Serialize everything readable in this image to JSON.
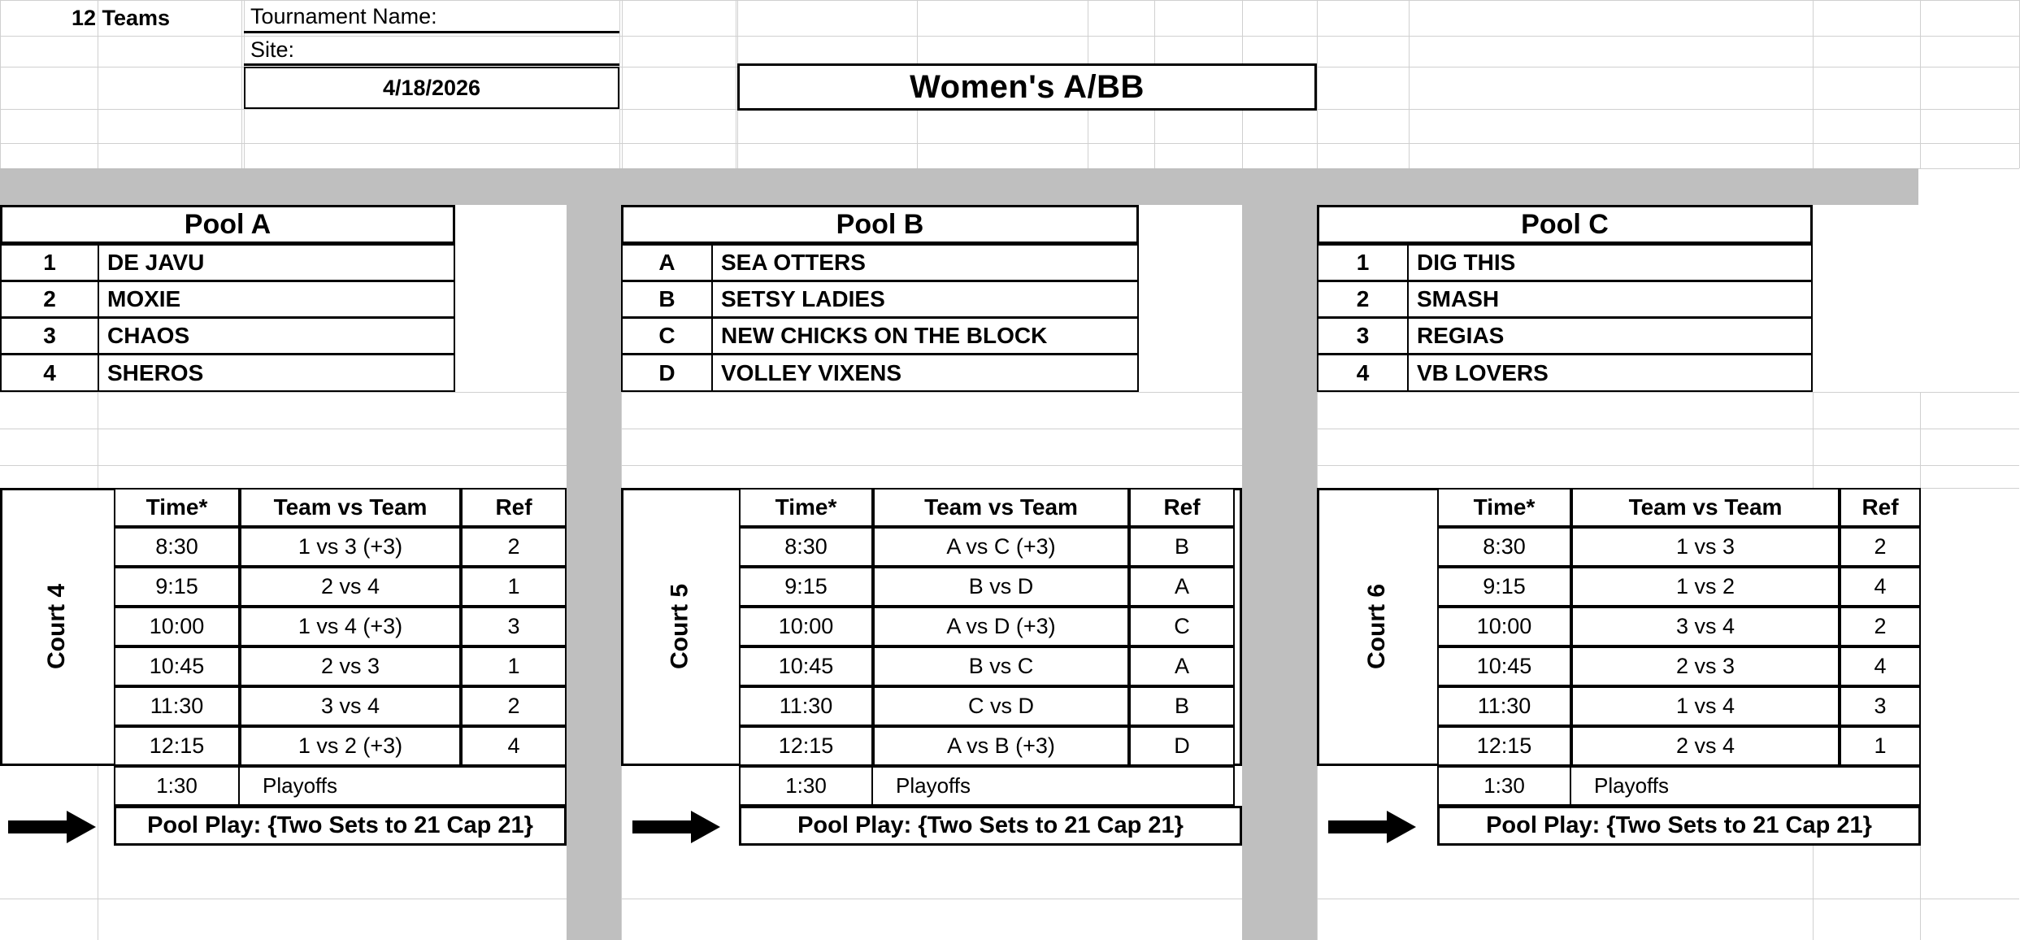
{
  "header": {
    "teams_count_label": "12 Teams",
    "tournament_name_label": "Tournament Name:",
    "site_label": "Site:",
    "date": "4/18/2026",
    "division_title": "Women's  A/BB"
  },
  "pools": [
    {
      "name": "Pool A",
      "teams": [
        {
          "seed": "1",
          "name": "DE JAVU"
        },
        {
          "seed": "2",
          "name": "MOXIE"
        },
        {
          "seed": "3",
          "name": "CHAOS"
        },
        {
          "seed": "4",
          "name": "SHEROS"
        }
      ]
    },
    {
      "name": "Pool B",
      "teams": [
        {
          "seed": "A",
          "name": "SEA OTTERS"
        },
        {
          "seed": "B",
          "name": "SETSY LADIES"
        },
        {
          "seed": "C",
          "name": "NEW CHICKS ON THE BLOCK"
        },
        {
          "seed": "D",
          "name": "VOLLEY VIXENS"
        }
      ]
    },
    {
      "name": "Pool C",
      "teams": [
        {
          "seed": "1",
          "name": "DIG THIS"
        },
        {
          "seed": "2",
          "name": "SMASH"
        },
        {
          "seed": "3",
          "name": "REGIAS"
        },
        {
          "seed": "4",
          "name": "VB LOVERS"
        }
      ]
    }
  ],
  "schedule_headers": {
    "time": "Time*",
    "match": "Team vs Team",
    "ref": "Ref"
  },
  "courts": [
    {
      "label": "Court 4",
      "matches": [
        {
          "time": "8:30",
          "match": "1 vs 3   (+3)",
          "ref": "2"
        },
        {
          "time": "9:15",
          "match": "2 vs 4",
          "ref": "1"
        },
        {
          "time": "10:00",
          "match": "1 vs 4  (+3)",
          "ref": "3"
        },
        {
          "time": "10:45",
          "match": "2 vs 3",
          "ref": "1"
        },
        {
          "time": "11:30",
          "match": "3 vs 4",
          "ref": "2"
        },
        {
          "time": "12:15",
          "match": "1 vs 2  (+3)",
          "ref": "4"
        }
      ],
      "playoff_time": "1:30",
      "playoff_label": "Playoffs",
      "pool_play_banner": "Pool Play: {Two Sets to 21 Cap 21}"
    },
    {
      "label": "Court 5",
      "matches": [
        {
          "time": "8:30",
          "match": "A vs C  (+3)",
          "ref": "B"
        },
        {
          "time": "9:15",
          "match": "B vs D",
          "ref": "A"
        },
        {
          "time": "10:00",
          "match": "A vs D  (+3)",
          "ref": "C"
        },
        {
          "time": "10:45",
          "match": "B vs C",
          "ref": "A"
        },
        {
          "time": "11:30",
          "match": "C vs D",
          "ref": "B"
        },
        {
          "time": "12:15",
          "match": "A vs B  (+3)",
          "ref": "D"
        }
      ],
      "playoff_time": "1:30",
      "playoff_label": "Playoffs",
      "pool_play_banner": "Pool Play: {Two Sets to 21 Cap 21}"
    },
    {
      "label": "Court 6",
      "matches": [
        {
          "time": "8:30",
          "match": "1 vs 3",
          "ref": "2"
        },
        {
          "time": "9:15",
          "match": "1 vs 2",
          "ref": "4"
        },
        {
          "time": "10:00",
          "match": "3 vs 4",
          "ref": "2"
        },
        {
          "time": "10:45",
          "match": "2 vs 3",
          "ref": "4"
        },
        {
          "time": "11:30",
          "match": "1 vs 4",
          "ref": "3"
        },
        {
          "time": "12:15",
          "match": "2 vs 4",
          "ref": "1"
        }
      ],
      "playoff_time": "1:30",
      "playoff_label": "Playoffs",
      "pool_play_banner": "Pool Play: {Two Sets to 21 Cap 21}"
    }
  ],
  "colors": {
    "separator_gray": "#bfbfbf",
    "gridline": "#d0d0d0",
    "border": "#000000"
  }
}
